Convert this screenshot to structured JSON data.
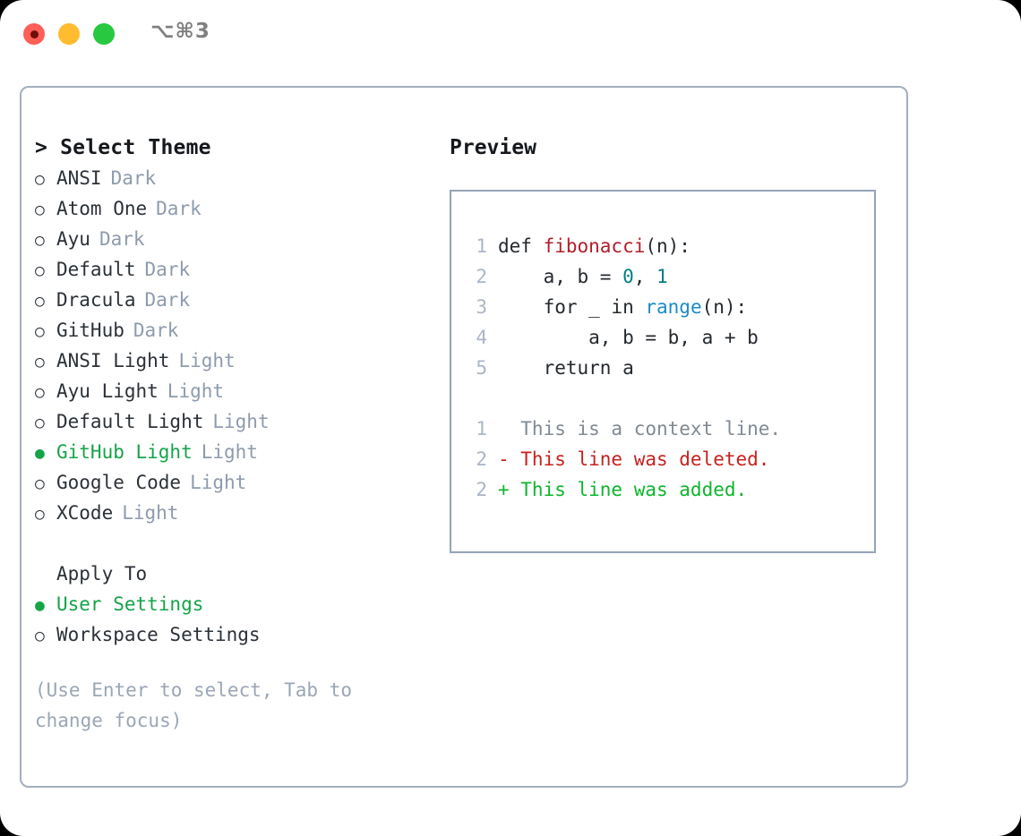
{
  "titlebar": {
    "shortcut": "⌥⌘3",
    "buttons": {
      "close": "close-button",
      "minimize": "minimize-button",
      "maximize": "maximize-button"
    }
  },
  "theme_panel": {
    "title": "> Select Theme",
    "items": [
      {
        "marker": "○",
        "label": "ANSI",
        "badge": "Dark",
        "selected": false
      },
      {
        "marker": "○",
        "label": "Atom One",
        "badge": "Dark",
        "selected": false
      },
      {
        "marker": "○",
        "label": "Ayu",
        "badge": "Dark",
        "selected": false
      },
      {
        "marker": "○",
        "label": "Default",
        "badge": "Dark",
        "selected": false
      },
      {
        "marker": "○",
        "label": "Dracula",
        "badge": "Dark",
        "selected": false
      },
      {
        "marker": "○",
        "label": "GitHub",
        "badge": "Dark",
        "selected": false
      },
      {
        "marker": "○",
        "label": "ANSI Light",
        "badge": "Light",
        "selected": false
      },
      {
        "marker": "○",
        "label": "Ayu Light",
        "badge": "Light",
        "selected": false
      },
      {
        "marker": "○",
        "label": "Default Light",
        "badge": "Light",
        "selected": false
      },
      {
        "marker": "●",
        "label": "GitHub Light",
        "badge": "Light",
        "selected": true
      },
      {
        "marker": "○",
        "label": "Google Code",
        "badge": "Light",
        "selected": false
      },
      {
        "marker": "○",
        "label": "XCode",
        "badge": "Light",
        "selected": false
      }
    ]
  },
  "apply_to": {
    "heading": "Apply To",
    "options": [
      {
        "marker": "●",
        "label": "User Settings",
        "selected": true
      },
      {
        "marker": "○",
        "label": "Workspace Settings",
        "selected": false
      }
    ]
  },
  "hint": "(Use Enter to select, Tab to change focus)",
  "preview": {
    "title": "Preview",
    "code_lines": [
      {
        "number": "1",
        "tokens": [
          {
            "text": "def ",
            "kind": "plain"
          },
          {
            "text": "fibonacci",
            "kind": "fn"
          },
          {
            "text": "(n):",
            "kind": "plain"
          }
        ]
      },
      {
        "number": "2",
        "tokens": [
          {
            "text": "    a, b = ",
            "kind": "plain"
          },
          {
            "text": "0",
            "kind": "num"
          },
          {
            "text": ", ",
            "kind": "plain"
          },
          {
            "text": "1",
            "kind": "num"
          }
        ]
      },
      {
        "number": "3",
        "tokens": [
          {
            "text": "    for _ in ",
            "kind": "plain"
          },
          {
            "text": "range",
            "kind": "call"
          },
          {
            "text": "(n):",
            "kind": "plain"
          }
        ]
      },
      {
        "number": "4",
        "tokens": [
          {
            "text": "        a, b = b, a + b",
            "kind": "plain"
          }
        ]
      },
      {
        "number": "5",
        "tokens": [
          {
            "text": "    return a",
            "kind": "plain"
          }
        ]
      }
    ],
    "diff_lines": [
      {
        "number": "1",
        "text": "  This is a context line.",
        "kind": "ctx"
      },
      {
        "number": "2",
        "text": "- This line was deleted.",
        "kind": "del"
      },
      {
        "number": "2",
        "text": "+ This line was added.",
        "kind": "add"
      }
    ]
  },
  "colors": {
    "accent_green": "#16a34a",
    "diff_add": "#0fb52d",
    "diff_del": "#c5221f",
    "muted": "#8e9bad",
    "border": "#a3aebd",
    "fn": "#b31d28",
    "number": "#007f7f",
    "call": "#1b8bc9"
  }
}
